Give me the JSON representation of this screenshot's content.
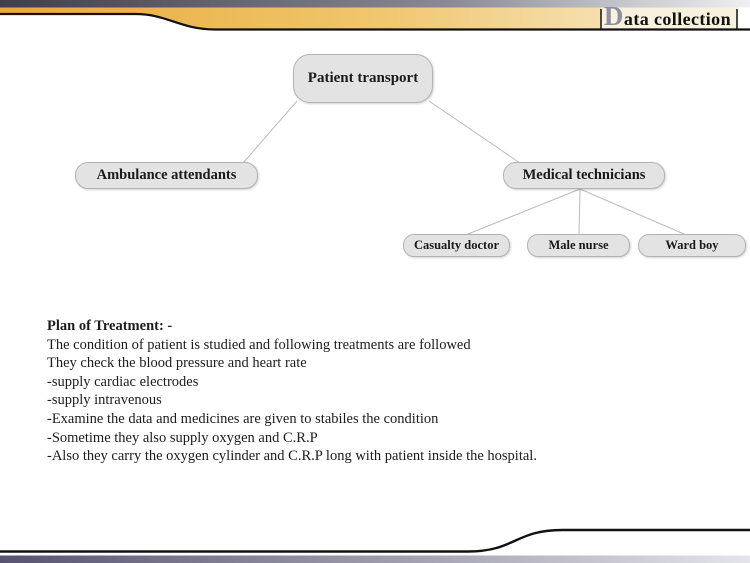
{
  "header": {
    "title_initial": "D",
    "title_rest": "ata collection"
  },
  "colors": {
    "band_gold_left": "#e9a93a",
    "band_gold_right": "#f8f0d8",
    "top_strip_left": "#3e3e4e",
    "top_strip_right": "#f0f0f2",
    "bottom_strip_left": "#575370",
    "bottom_strip_right": "#e4e4ea",
    "node_fill": "#e3e3e3",
    "node_border": "#b3b3b3",
    "connector": "#bbbbbb",
    "swoosh_line": "#111111"
  },
  "diagram": {
    "nodes": [
      {
        "id": "patient-transport",
        "label": "Patient transport"
      },
      {
        "id": "ambulance-attendants",
        "label": "Ambulance attendants"
      },
      {
        "id": "medical-technicians",
        "label": "Medical technicians"
      },
      {
        "id": "casualty-doctor",
        "label": "Casualty doctor"
      },
      {
        "id": "male-nurse",
        "label": "Male nurse"
      },
      {
        "id": "ward-boy",
        "label": "Ward boy"
      }
    ],
    "edges": [
      [
        "patient-transport",
        "ambulance-attendants"
      ],
      [
        "patient-transport",
        "medical-technicians"
      ],
      [
        "medical-technicians",
        "casualty-doctor"
      ],
      [
        "medical-technicians",
        "male-nurse"
      ],
      [
        "medical-technicians",
        "ward-boy"
      ]
    ]
  },
  "treatment": {
    "heading": "Plan of Treatment: -",
    "lines": [
      "The condition of patient is studied and following treatments are followed",
      "They check the blood pressure and heart rate",
      "-supply cardiac electrodes",
      "-supply intravenous",
      "-Examine the data and medicines are given to stabiles the condition",
      "-Sometime they also supply oxygen and C.R.P",
      "-Also they carry the oxygen cylinder and C.R.P long with patient inside the hospital."
    ]
  }
}
